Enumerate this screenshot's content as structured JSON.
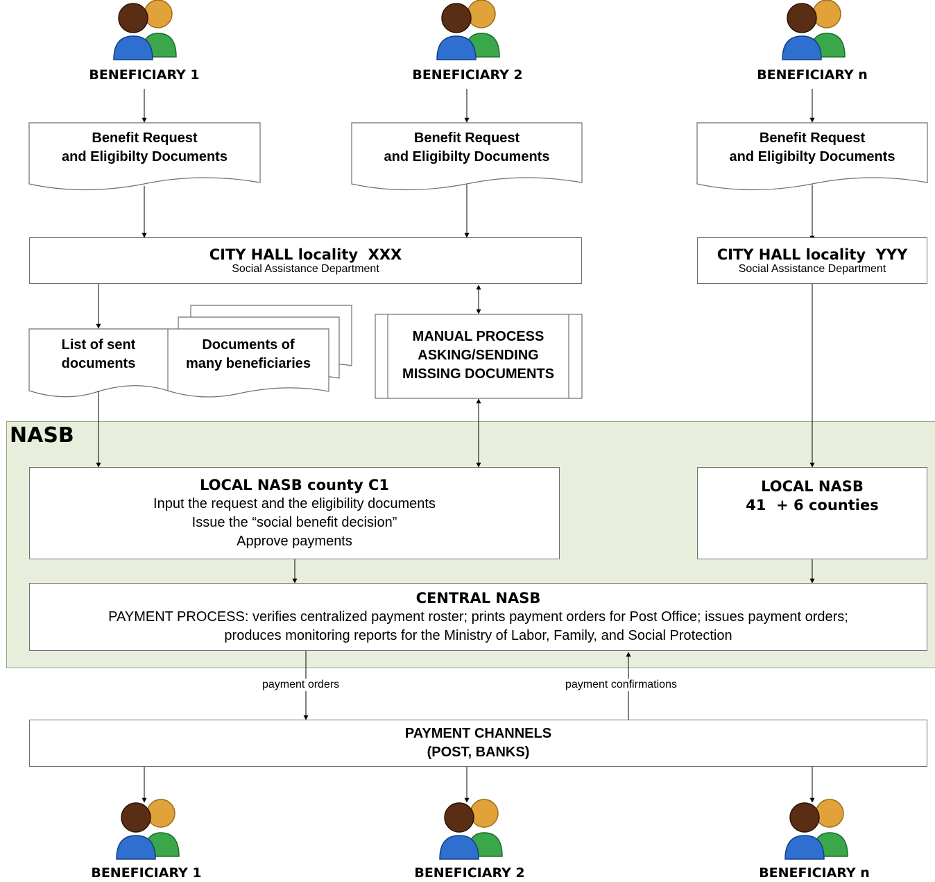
{
  "colors": {
    "nasb_background": "#e8eedc",
    "border": "#6f6f6f",
    "person_blue": "#2f6fd0",
    "person_green": "#3aa84a",
    "person_skin_dark": "#5a2e14",
    "person_hair_orange": "#e2a23a"
  },
  "top_beneficiaries": [
    {
      "label": "BENEFICIARY 1",
      "icon": "people-icon"
    },
    {
      "label": "BENEFICIARY 2",
      "icon": "people-icon"
    },
    {
      "label": "BENEFICIARY n",
      "icon": "people-icon"
    }
  ],
  "bottom_beneficiaries": [
    {
      "label": "BENEFICIARY 1",
      "icon": "people-icon"
    },
    {
      "label": "BENEFICIARY 2",
      "icon": "people-icon"
    },
    {
      "label": "BENEFICIARY n",
      "icon": "people-icon"
    }
  ],
  "benefit_request": {
    "line1": "Benefit Request",
    "line2": "and Eligibilty Documents"
  },
  "city_hall_xxx": {
    "title": "CITY HALL locality  XXX",
    "subtitle": "Social Assistance Department"
  },
  "city_hall_yyy": {
    "title": "CITY HALL locality  YYY",
    "subtitle": "Social Assistance Department"
  },
  "list_sent": {
    "line1": "List of sent",
    "line2": "documents"
  },
  "docs_many": {
    "line1": "Documents of",
    "line2": "many beneficiaries"
  },
  "manual_process": {
    "line1": "MANUAL PROCESS",
    "line2": "ASKING/SENDING",
    "line3": "MISSING DOCUMENTS"
  },
  "nasb": {
    "label": "NASB"
  },
  "local_c1": {
    "title": "LOCAL NASB county C1",
    "line1": "Input the request and the eligibility documents",
    "line2": "Issue the “social benefit decision”",
    "line3": "Approve payments"
  },
  "local_nasb": {
    "line1": "LOCAL NASB",
    "line2": "41  + 6 counties"
  },
  "central": {
    "title": "CENTRAL NASB",
    "line1": "PAYMENT PROCESS: verifies centralized payment roster; prints payment orders for Post Office; issues payment orders;",
    "line2": "produces monitoring reports for the Ministry of Labor, Family, and Social Protection"
  },
  "flow_labels": {
    "payment_orders": "payment orders",
    "payment_confirmations": "payment confirmations"
  },
  "payment_channels": {
    "line1": "PAYMENT CHANNELS",
    "line2": "(POST, BANKS)"
  }
}
